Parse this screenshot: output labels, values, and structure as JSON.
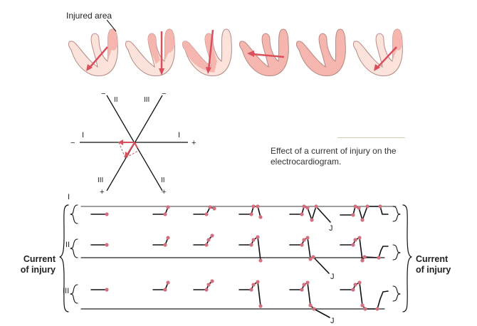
{
  "figure": {
    "injured_area_label": "Injured area",
    "caption": "Effect of a current of injury on the electrocardiogram.",
    "current_of_injury_left": [
      "Current",
      "of injury"
    ],
    "current_of_injury_right": [
      "Current",
      "of injury"
    ],
    "lead_labels": [
      "I",
      "II",
      "III"
    ],
    "j_label": "J",
    "colors": {
      "heart_fill": "#fbe3dc",
      "heart_injured": "#f4b6ae",
      "heart_stroke": "#b88882",
      "vector": "#d9505c",
      "dot": "#d27080",
      "line": "#111111"
    }
  },
  "triaxial": {
    "lead_I": {
      "label": "I",
      "neg": "−",
      "pos": "+"
    },
    "lead_II": {
      "label": "II",
      "neg": "−",
      "pos": "+"
    },
    "lead_III": {
      "label": "III",
      "neg": "−",
      "pos": "+"
    }
  },
  "hearts": [
    {
      "index": 1,
      "vector": "down-left diagonal"
    },
    {
      "index": 2,
      "vector": "straight down"
    },
    {
      "index": 3,
      "vector": "down, slightly left"
    },
    {
      "index": 4,
      "vector": "leftward"
    },
    {
      "index": 5,
      "vector": "none (fully depolarized)"
    },
    {
      "index": 6,
      "vector": "down-left diagonal"
    }
  ]
}
